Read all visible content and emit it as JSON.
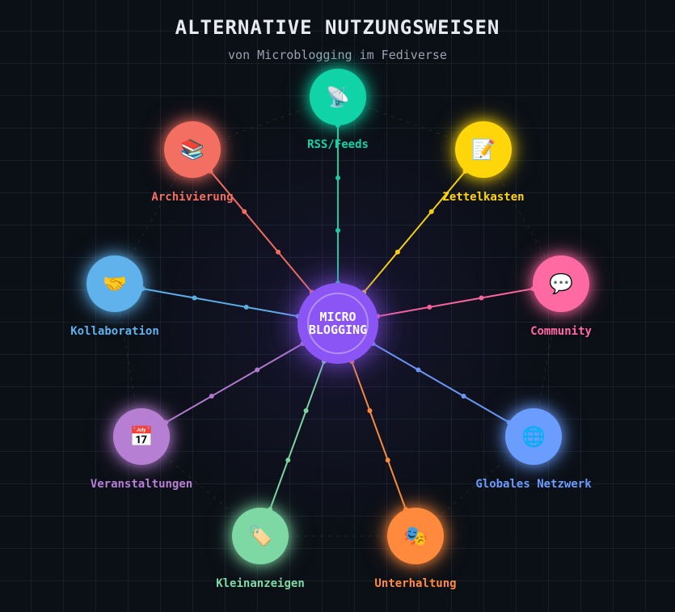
{
  "header": {
    "title": "ALTERNATIVE NUTZUNGSWEISEN",
    "subtitle": "von Microblogging im Fediverse"
  },
  "center": {
    "line1": "MICRO",
    "line2": "BLOGGING",
    "color": "#8b55f5"
  },
  "nodes": [
    {
      "id": "rss",
      "label": "RSS/Feeds",
      "icon": "satellite-antenna-icon",
      "glyph": "📡",
      "color": "#10d4a8",
      "line_color": "#1fc9a0"
    },
    {
      "id": "zet",
      "label": "Zettelkasten",
      "icon": "memo-icon",
      "glyph": "📝",
      "color": "#ffd60a",
      "line_color": "#f5cf12"
    },
    {
      "id": "com",
      "label": "Community",
      "icon": "speech-bubble-icon",
      "glyph": "💬",
      "color": "#ff6aa2",
      "line_color": "#f7649b"
    },
    {
      "id": "glob",
      "label": "Globales Netzwerk",
      "icon": "globe-icon",
      "glyph": "🌐",
      "color": "#6b9dff",
      "line_color": "#6a97f4"
    },
    {
      "id": "unt",
      "label": "Unterhaltung",
      "icon": "theater-masks-icon",
      "glyph": "🎭",
      "color": "#ff8a3d",
      "line_color": "#f78a3c"
    },
    {
      "id": "klein",
      "label": "Kleinanzeigen",
      "icon": "price-tag-icon",
      "glyph": "🏷️",
      "color": "#7ed8a4",
      "line_color": "#7bd3a0"
    },
    {
      "id": "veran",
      "label": "Veranstaltungen",
      "icon": "calendar-icon",
      "glyph": "📅",
      "color": "#b77fd4",
      "line_color": "#b07acc"
    },
    {
      "id": "koll",
      "label": "Kollaboration",
      "icon": "handshake-icon",
      "glyph": "🤝",
      "color": "#5fb2ec",
      "line_color": "#5aaee6"
    },
    {
      "id": "arch",
      "label": "Archivierung",
      "icon": "books-icon",
      "glyph": "📚",
      "color": "#f26f61",
      "line_color": "#f06e60"
    }
  ]
}
